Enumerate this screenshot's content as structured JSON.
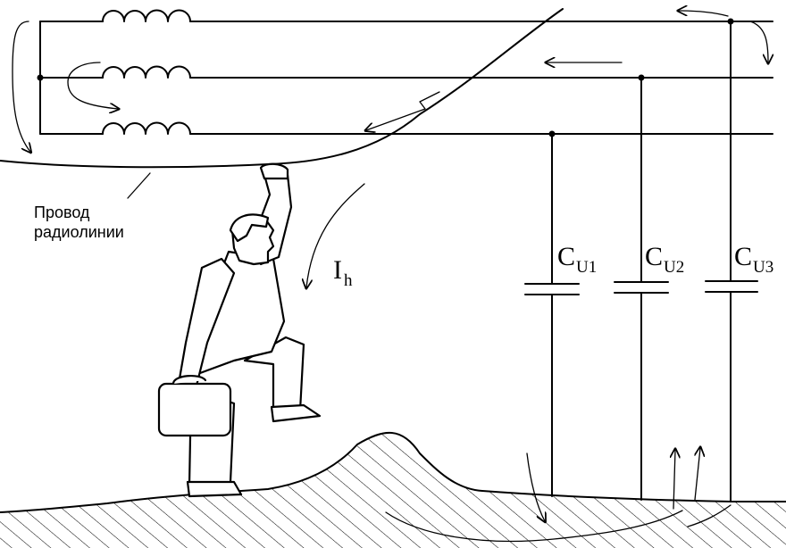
{
  "labels": {
    "wire_line1": "Провод",
    "wire_line2": "радиолинии",
    "current_main": "I",
    "current_sub": "h",
    "cap1_main": "C",
    "cap1_sub": "U1",
    "cap2_main": "C",
    "cap2_sub": "U2",
    "cap3_main": "C",
    "cap3_sub": "U3"
  }
}
